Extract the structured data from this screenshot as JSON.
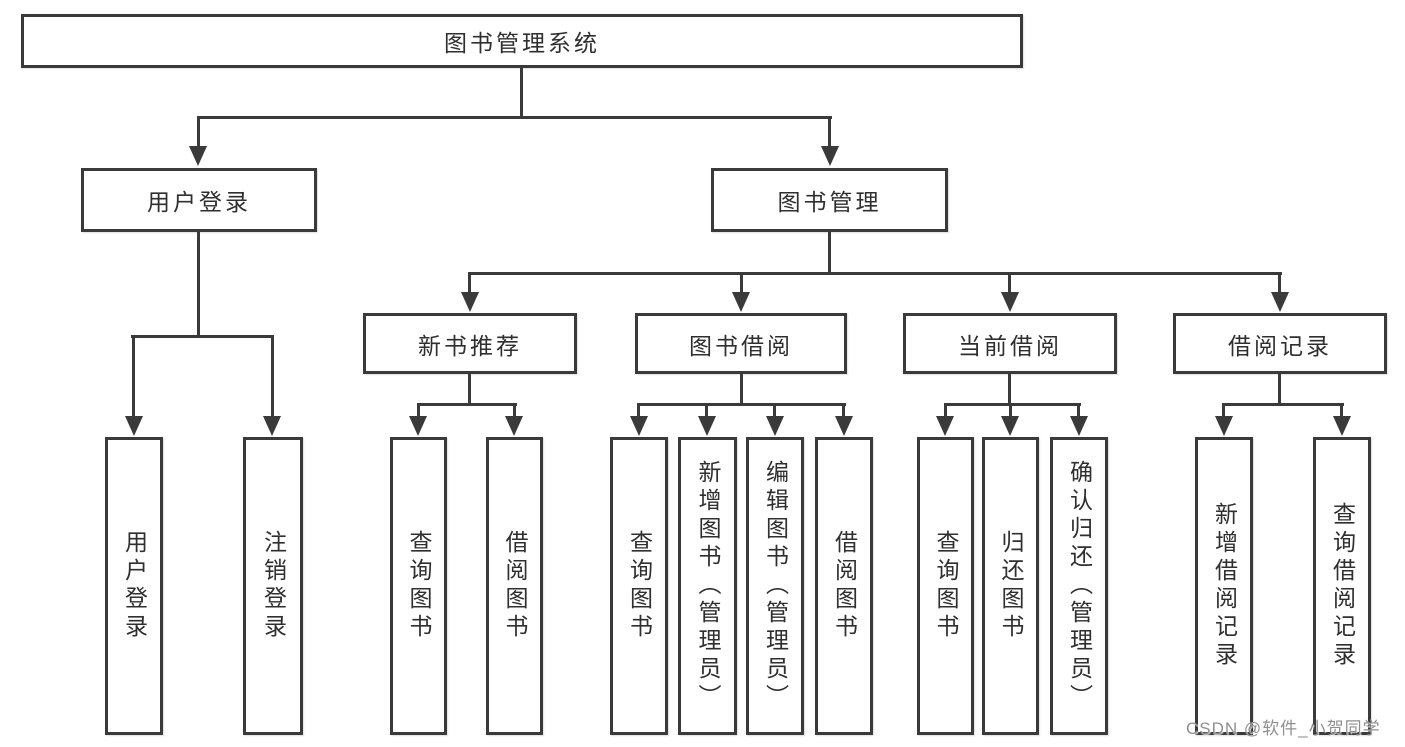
{
  "nodes": {
    "root": "图书管理系统",
    "user_login": "用户登录",
    "book_mgmt": "图书管理",
    "new_books": "新书推荐",
    "book_borrow": "图书借阅",
    "current_borrow": "当前借阅",
    "borrow_records": "借阅记录",
    "leaf_user_login": "用户登录",
    "leaf_logout": "注销登录",
    "leaf_nb_query": "查询图书",
    "leaf_nb_borrow": "借阅图书",
    "leaf_bb_query": "查询图书",
    "leaf_bb_add": "新增图书（管理员）",
    "leaf_bb_edit": "编辑图书（管理员）",
    "leaf_bb_borrow": "借阅图书",
    "leaf_cb_query": "查询图书",
    "leaf_cb_return": "归还图书",
    "leaf_cb_confirm": "确认归还（管理员）",
    "leaf_br_add": "新增借阅记录",
    "leaf_br_query": "查询借阅记录"
  },
  "watermark": "CSDN @软件_小贺同学",
  "colors": {
    "line": "#3a3a3a",
    "text": "#2f2f2f",
    "watermark_text": "#8f8f8f",
    "background": "#ffffff"
  }
}
